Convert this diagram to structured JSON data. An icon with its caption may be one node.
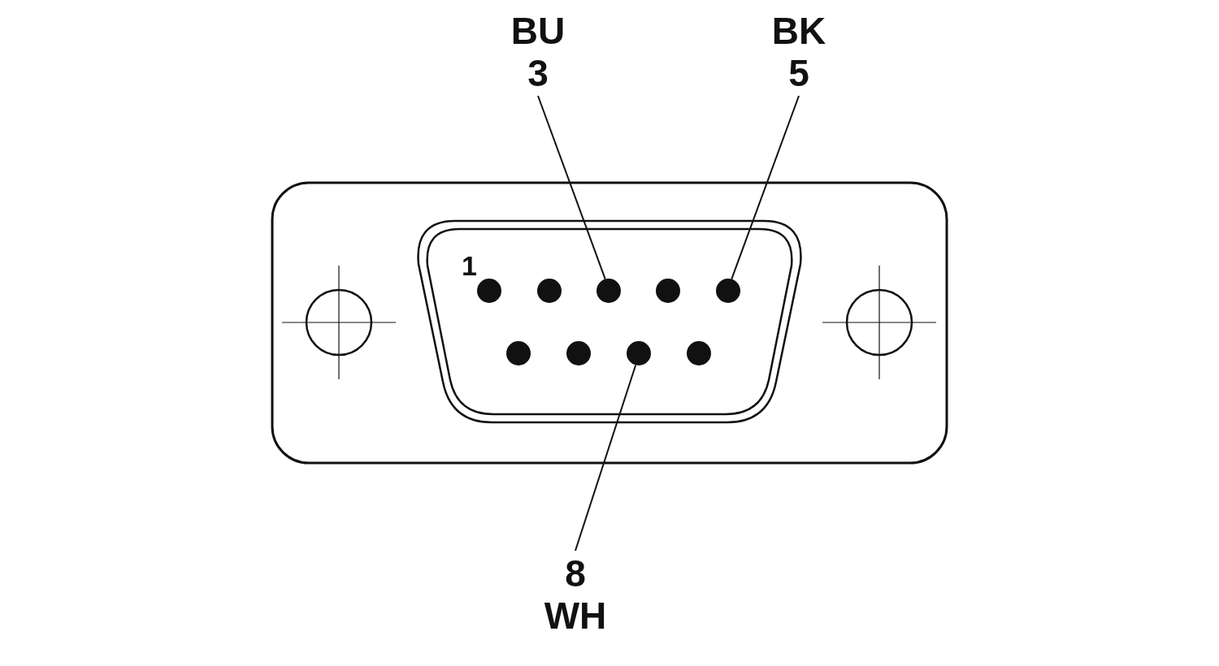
{
  "diagram": {
    "nodes": [
      {
        "text": [
          "BU",
          "3"
        ]
      },
      {
        "text": [
          "BK",
          "5"
        ]
      },
      {
        "text": [],
        "shape": "circle"
      },
      {
        "text": [],
        "shape": "circle"
      },
      {
        "text": [],
        "shape": "circle"
      },
      {
        "text": [],
        "shape": "circle"
      },
      {
        "text": [],
        "shape": "circle"
      },
      {
        "text": [],
        "shape": "circle"
      },
      {
        "text": [],
        "shape": "circle"
      },
      {
        "text": [],
        "shape": "circle"
      },
      {
        "text": [],
        "shape": "circle"
      },
      {
        "text": [
          "8",
          "WH"
        ]
      }
    ],
    "edges": [
      {
        "from": 0,
        "to": 4,
        "arrow": "none"
      },
      {
        "from": 1,
        "to": 6,
        "arrow": "none"
      },
      {
        "from": 11,
        "to": 9,
        "arrow": "none"
      }
    ],
    "labels": [
      "1"
    ]
  }
}
